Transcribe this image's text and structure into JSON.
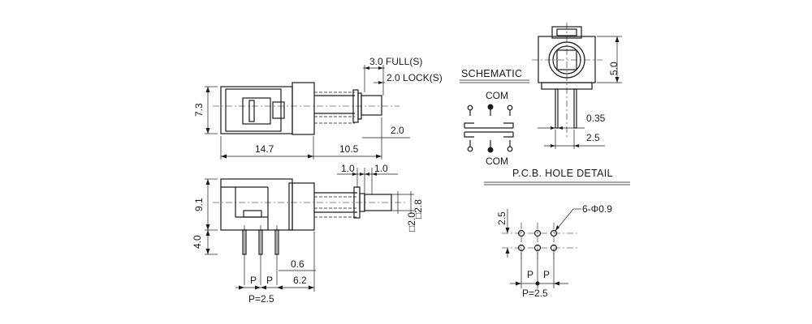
{
  "side_view": {
    "height": "7.3",
    "body_length": "14.7",
    "actuator_length": "10.5",
    "actuator_extra": "2.0",
    "travel_full": "3.0 FULL(S)",
    "travel_lock": "2.0 LOCK(S)"
  },
  "front_view": {
    "width_top": "1.0",
    "width_top2": "1.0",
    "body_height": "9.1",
    "pin_length": "4.0",
    "square_a": "□2.0",
    "square_b": "□2.8",
    "pin_thickness": "0.6",
    "pin_offset": "6.2",
    "pin_label_1": "P",
    "pin_label_2": "P",
    "pitch": "P=2.5"
  },
  "schematic": {
    "title": "SCHEMATIC",
    "com_top": "COM",
    "com_bottom": "COM"
  },
  "end_view": {
    "height": "5.0",
    "pin_width": "0.35",
    "pin_pitch": "2.5"
  },
  "pcb": {
    "title": "P.C.B. HOLE DETAIL",
    "row_pitch": "2.5",
    "holes": "6-Φ0.9",
    "pin_label_1": "P",
    "pin_label_2": "P",
    "pitch": "P=2.5"
  }
}
